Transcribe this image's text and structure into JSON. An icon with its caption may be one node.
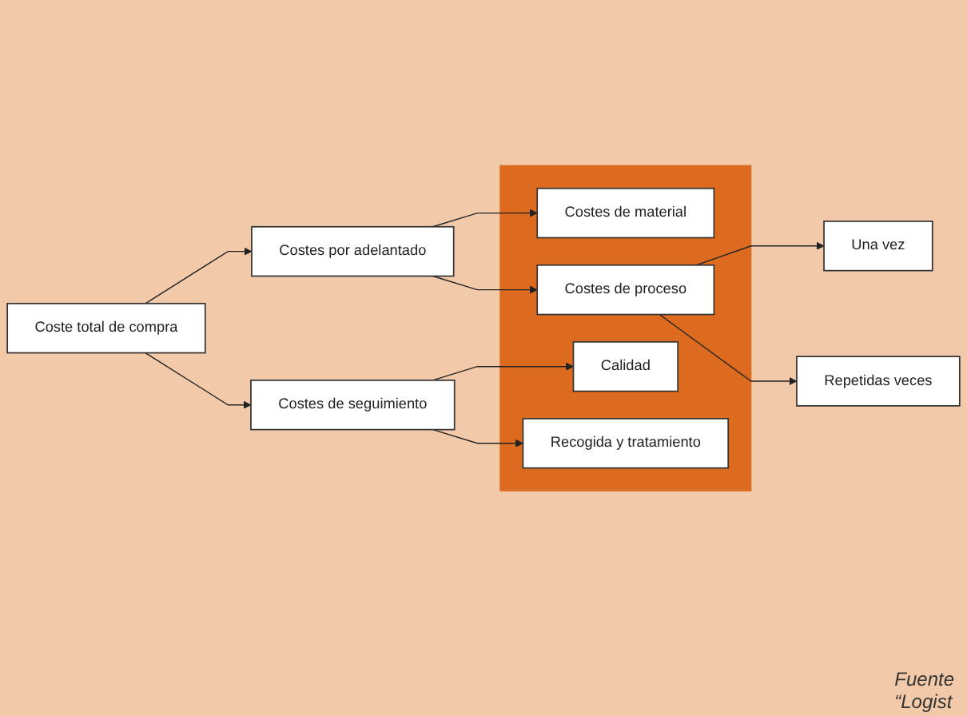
{
  "diagram": {
    "nodes": [
      {
        "text": [
          "Coste total de compra"
        ]
      },
      {
        "text": [
          "Costes por adelantado"
        ]
      },
      {
        "text": [
          "Costes de seguimiento"
        ]
      },
      {
        "text": [],
        "shape": "bar"
      },
      {
        "text": [
          "Costes de material"
        ],
        "in": 3
      },
      {
        "text": [
          "Costes de proceso"
        ],
        "in": 3
      },
      {
        "text": [
          "Calidad"
        ],
        "in": 3
      },
      {
        "text": [
          "Recogida y tratamiento"
        ],
        "in": 3
      },
      {
        "text": [
          "Una vez"
        ]
      },
      {
        "text": [
          "Repetidas veces"
        ]
      }
    ],
    "edges": [
      {
        "from": 0,
        "to": 1,
        "arrow": "to"
      },
      {
        "from": 0,
        "to": 2,
        "arrow": "to"
      },
      {
        "from": 1,
        "to": 4,
        "arrow": "to"
      },
      {
        "from": 1,
        "to": 5,
        "arrow": "to"
      },
      {
        "from": 2,
        "to": 6,
        "arrow": "to"
      },
      {
        "from": 2,
        "to": 7,
        "arrow": "to"
      },
      {
        "from": 5,
        "to": 8,
        "arrow": "to"
      },
      {
        "from": 5,
        "to": 9,
        "arrow": "to"
      }
    ],
    "labels": [
      "Fuente",
      "“Logist"
    ]
  }
}
